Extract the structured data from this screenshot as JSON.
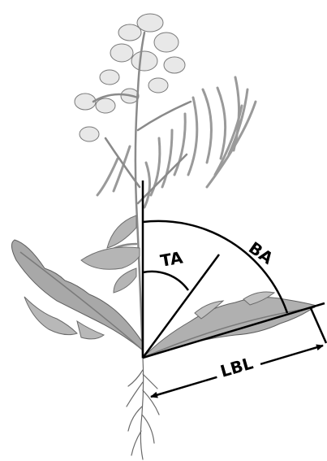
{
  "labels": {
    "ta": "TA",
    "ba": "BA",
    "lbl": "LBL"
  }
}
